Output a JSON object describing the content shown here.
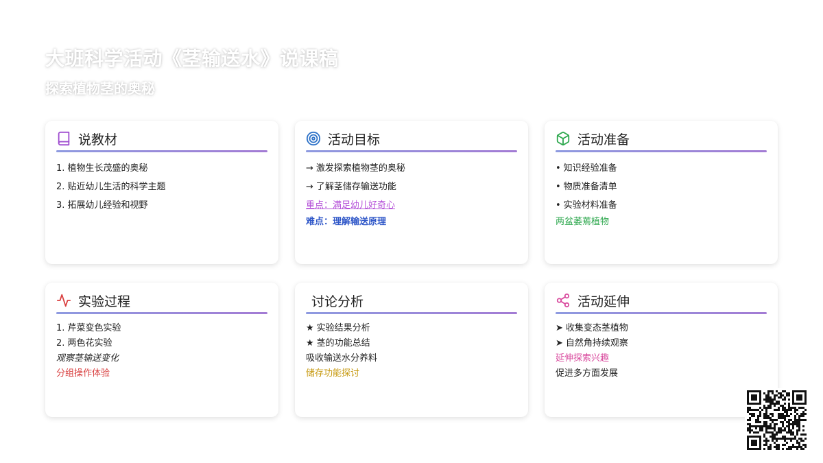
{
  "header": {
    "title": "大班科学活动《茎输送水》说课稿",
    "subtitle": "探索植物茎的奥秘"
  },
  "cards": [
    {
      "title": "说教材",
      "icon": "book-icon",
      "lines": [
        "1. 植物生长茂盛的奥秘",
        "2. 贴近幼儿生活的科学主题",
        "3. 拓展幼儿经验和视野"
      ]
    },
    {
      "title": "活动目标",
      "icon": "target-icon",
      "prefix": "→",
      "lines": [
        "激发探索植物茎的奥秘",
        "了解茎储存输送功能"
      ],
      "focus": "重点：满足幼儿好奇心",
      "difficulty": "难点：理解输送原理"
    },
    {
      "title": "活动准备",
      "icon": "cube-icon",
      "prefix": "•",
      "lines": [
        "知识经验准备",
        "物质准备清单",
        "实验材料准备"
      ],
      "note": "两盆萎蔫植物"
    },
    {
      "title": "实验过程",
      "icon": "activity-icon",
      "lines": [
        "1. 芹菜变色实验",
        "2. 两色花实验"
      ],
      "note_italic": "观察茎输送变化",
      "note_red": "分组操作体验"
    },
    {
      "title": "讨论分析",
      "prefix": "★",
      "lines": [
        "实验结果分析",
        "茎的功能总结"
      ],
      "plain": "吸收输送水分养料",
      "note_gold": "储存功能探讨"
    },
    {
      "title": "活动延伸",
      "icon": "share-icon",
      "prefix": "➤",
      "lines": [
        "收集变态茎植物",
        "自然角持续观察"
      ],
      "note_pink": "延伸探索兴趣",
      "plain": "促进多方面发展"
    }
  ],
  "colors": {
    "rule_start": "#8e9ae0",
    "rule_end": "#a37bd4",
    "book": "#a04fd0",
    "target": "#2f73c8",
    "cube": "#2fa84f",
    "activity": "#d94040",
    "share": "#d94b9e"
  }
}
